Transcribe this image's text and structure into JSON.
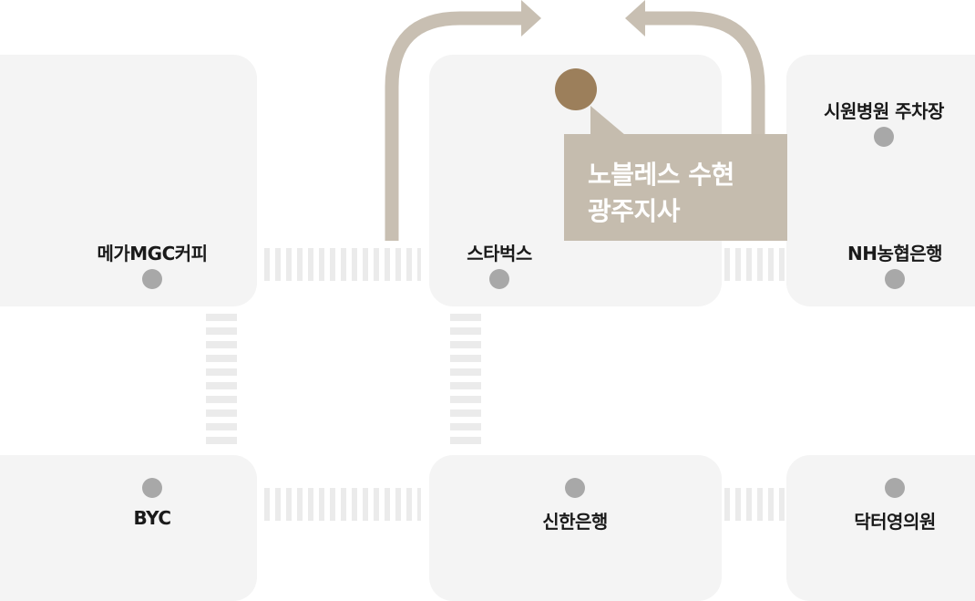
{
  "map": {
    "places": {
      "mega_mgc_coffee": "메가MGC커피",
      "starbucks": "스타벅스",
      "siwon_hospital_parking": "시원병원 주차장",
      "nh_bank": "NH농협은행",
      "byc": "BYC",
      "shinhan_bank": "신한은행",
      "doctor_young_clinic": "닥터영의원"
    },
    "destination": {
      "line1": "노블레스 수현",
      "line2": "광주지사"
    }
  },
  "colors": {
    "block": "#f4f4f4",
    "crosswalk": "#ebebeb",
    "arrow": "#c8bfb2",
    "callout": "#c5bcae",
    "pin": "#9c7f5b",
    "dot": "#a8a8a8"
  }
}
